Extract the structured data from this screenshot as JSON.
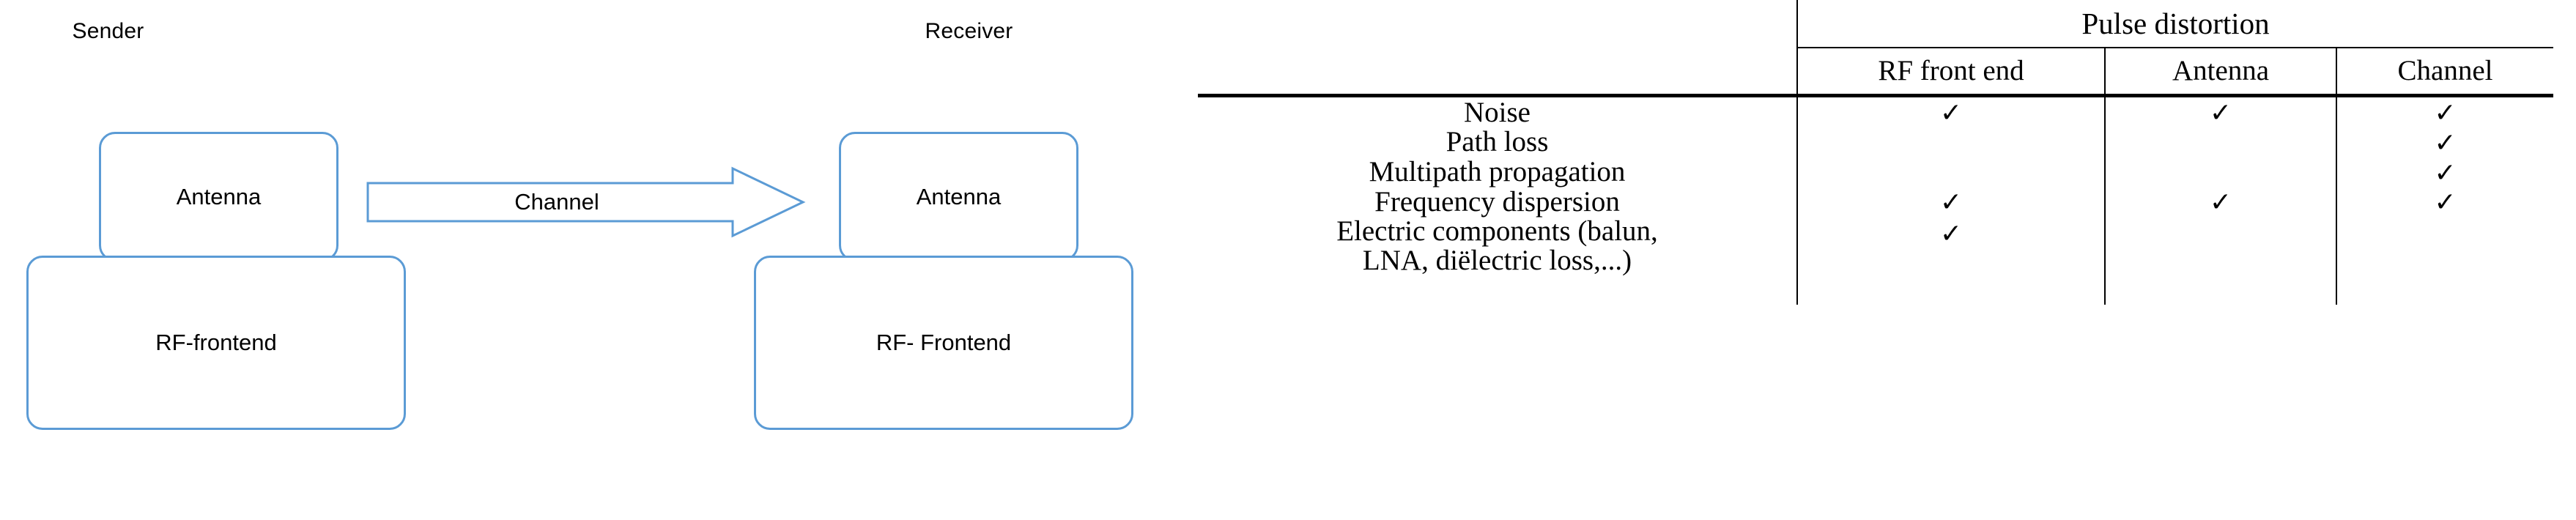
{
  "diagram": {
    "sender_label": "Sender",
    "receiver_label": "Receiver",
    "channel_label": "Channel",
    "accent_color": "#5B9BD5",
    "sender": {
      "antenna_label": "Antenna",
      "frontend_label": "RF-frontend"
    },
    "receiver": {
      "antenna_label": "Antenna",
      "frontend_label": "RF- Frontend"
    }
  },
  "table": {
    "group_header": "Pulse distortion",
    "columns": [
      "RF front end",
      "Antenna",
      "Channel"
    ],
    "check_glyph": "✓",
    "rows": [
      {
        "label": "Noise",
        "rf": "✓",
        "antenna": "✓",
        "channel": "✓"
      },
      {
        "label": "Path loss",
        "rf": "",
        "antenna": "",
        "channel": "✓"
      },
      {
        "label": "Multipath propagation",
        "rf": "",
        "antenna": "",
        "channel": "✓"
      },
      {
        "label": "Frequency dispersion",
        "rf": "✓",
        "antenna": "✓",
        "channel": "✓"
      },
      {
        "label": "Electric components (balun,\nLNA, diëlectric loss,...)",
        "rf": "✓",
        "antenna": "",
        "channel": ""
      }
    ]
  }
}
